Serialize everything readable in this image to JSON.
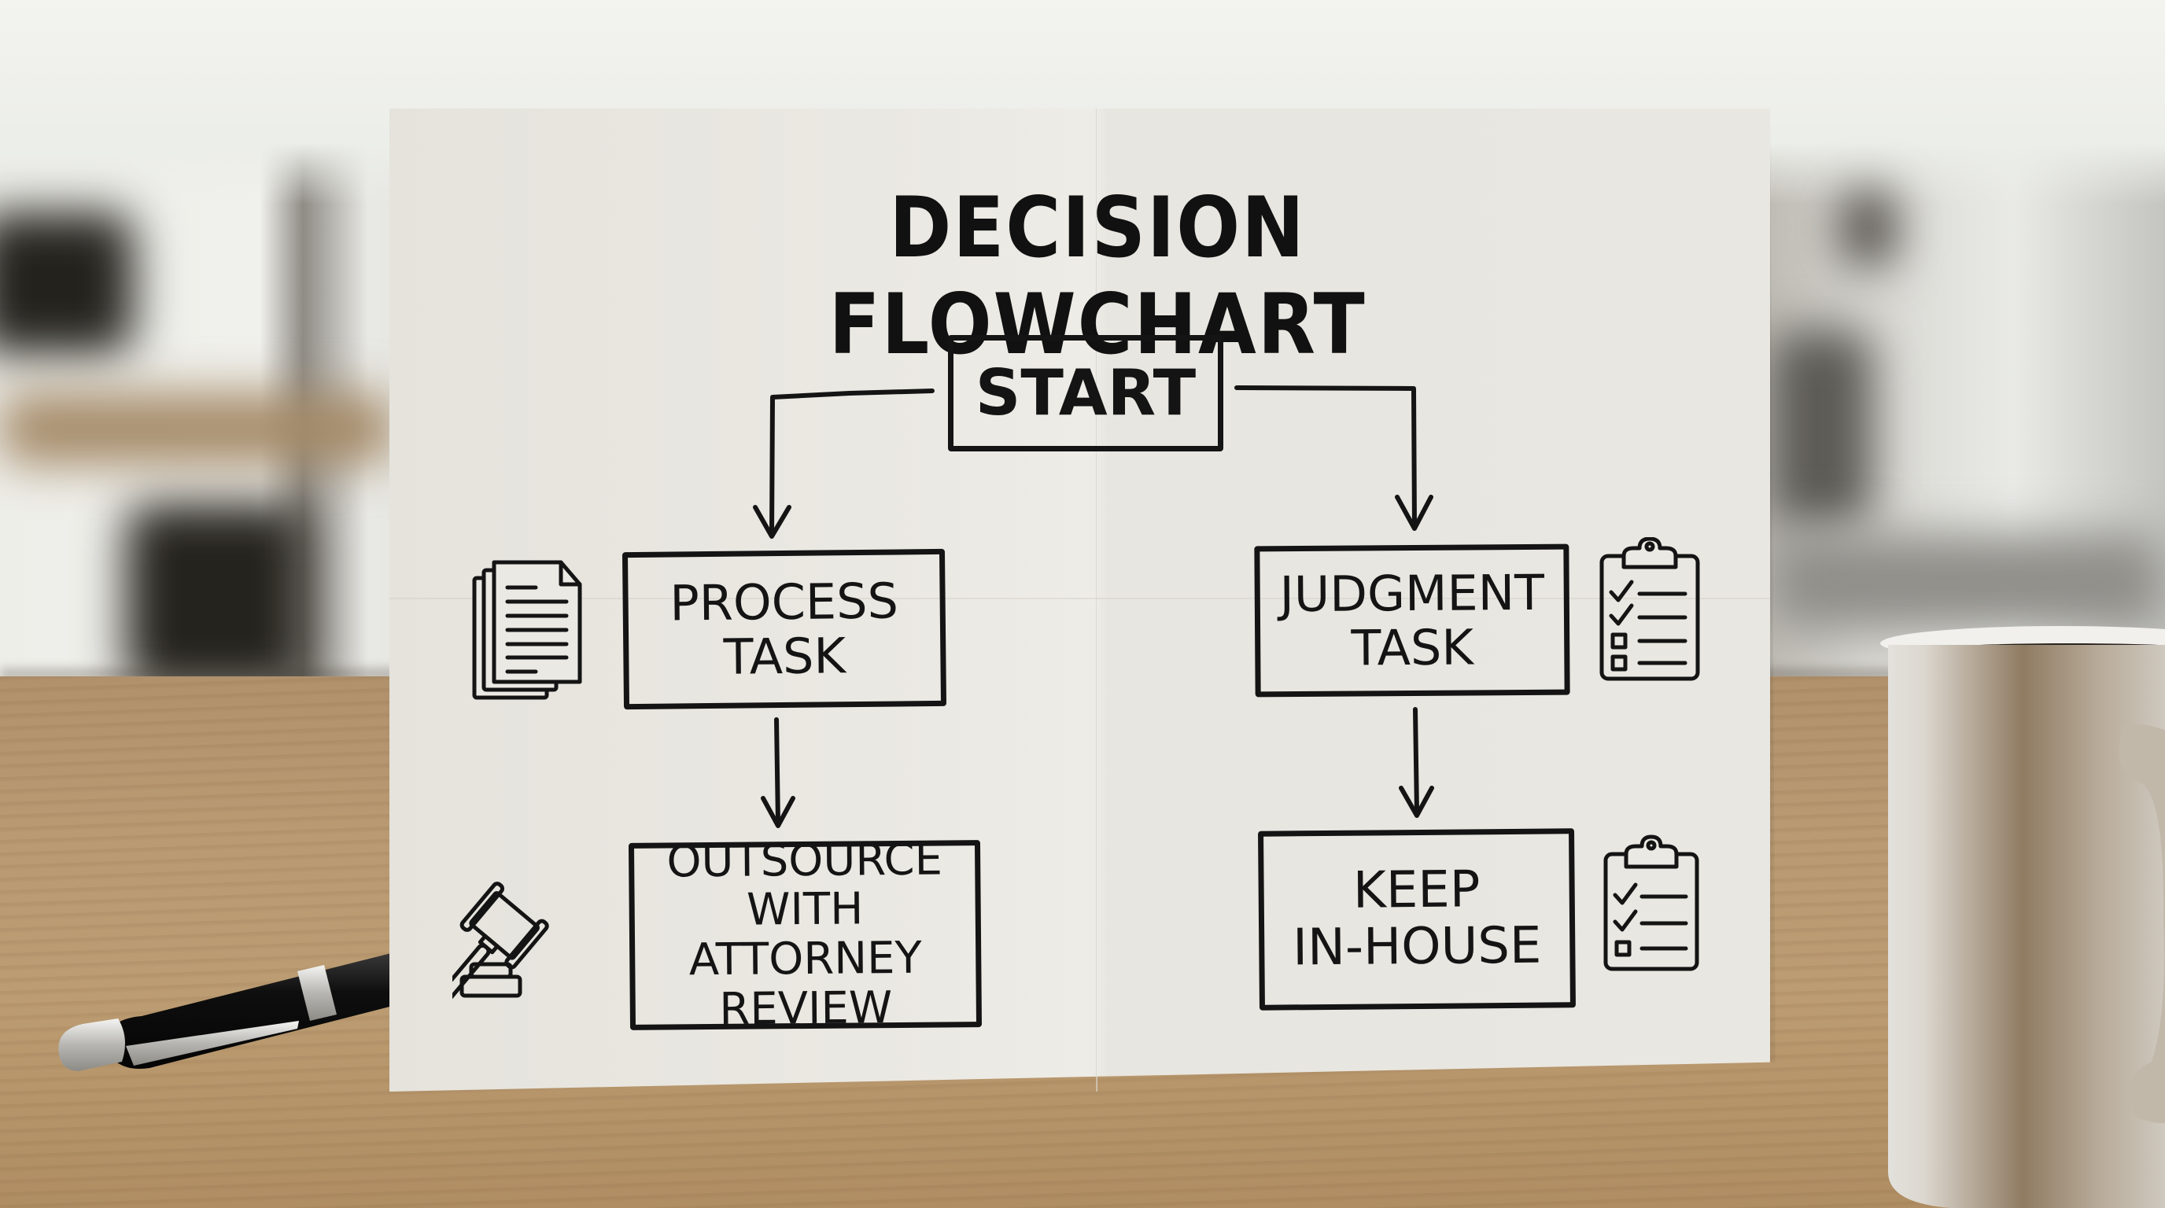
{
  "diagram": {
    "title": "DECISION FLOWCHART",
    "nodes": {
      "start": {
        "lines": [
          "START"
        ]
      },
      "process_task": {
        "lines": [
          "PROCESS",
          "TASK"
        ],
        "icon": "document-stack-icon"
      },
      "judgment_task": {
        "lines": [
          "JUDGMENT",
          "TASK"
        ],
        "icon": "clipboard-checklist-icon",
        "checklist": [
          "checked",
          "checked",
          "unchecked",
          "unchecked"
        ]
      },
      "outsource": {
        "lines": [
          "OUTSOURCE",
          "WITH ATTORNEY",
          "REVIEW"
        ],
        "icon": "gavel-icon"
      },
      "keep_in_house": {
        "lines": [
          "KEEP",
          "IN-HOUSE"
        ],
        "icon": "clipboard-checklist-icon",
        "checklist": [
          "checked",
          "checked",
          "unchecked"
        ]
      }
    },
    "edges": [
      {
        "from": "start",
        "to": "process_task"
      },
      {
        "from": "start",
        "to": "judgment_task"
      },
      {
        "from": "process_task",
        "to": "outsource"
      },
      {
        "from": "judgment_task",
        "to": "keep_in_house"
      }
    ]
  },
  "scene": {
    "objects": [
      "paper-sheet",
      "pen",
      "coffee-mug",
      "wooden-desk",
      "blurred-office-background"
    ],
    "colors": {
      "paper": "#e9e7e1",
      "ink": "#141414",
      "wood": "#b99a73",
      "mug": "#e4e2dc",
      "pen_body": "#141414",
      "pen_trim": "#c8c8c8"
    }
  }
}
